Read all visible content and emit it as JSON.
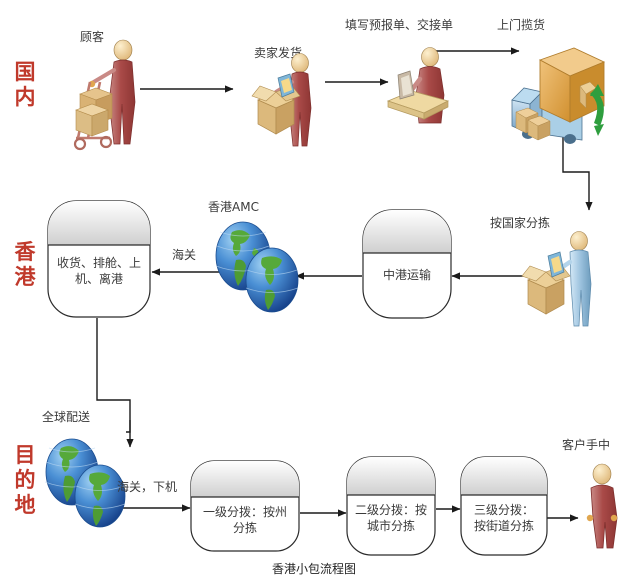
{
  "caption": "香港小包流程图",
  "zones": [
    {
      "id": "domestic",
      "label": "国\n内",
      "color": "#c0392b"
    },
    {
      "id": "hongkong",
      "label": "香\n港",
      "color": "#c0392b"
    },
    {
      "id": "destination",
      "label": "目\n的\n地",
      "color": "#c0392b"
    }
  ],
  "row1": {
    "icons": [
      {
        "name": "customer-cart-icon",
        "label": "顾客"
      },
      {
        "name": "seller-shipping-icon",
        "label": "卖家发货"
      },
      {
        "name": "desk-clerk-icon",
        "label": "填写预报单、交接单"
      },
      {
        "name": "pickup-truck-icon",
        "label": "上门揽货"
      }
    ]
  },
  "row2": {
    "process_hk": {
      "label": "收货、排舱、上\n机、离港"
    },
    "globe_amc": {
      "label": "香港AMC"
    },
    "process_transport": {
      "label": "中港运输"
    },
    "sorter": {
      "label": "按国家分拣"
    },
    "edge_customs": {
      "label": "海关"
    }
  },
  "row3": {
    "globe_dest": {
      "label": "全球配送"
    },
    "edge_customs_landing": {
      "label": "海关，下机"
    },
    "process_l1": {
      "label": "一级分拨：按州\n分拣"
    },
    "process_l2": {
      "label": "二级分拨：按\n城市分拣"
    },
    "process_l3": {
      "label": "三级分拨：\n按街道分拣"
    },
    "customer": {
      "label": "客户手中"
    }
  },
  "colors": {
    "zone_text": "#c0392b",
    "node_text": "#3b3b3b",
    "line": "#1b1b1b",
    "box_border": "#3a3a3a",
    "box_header_top": "#ffffff",
    "box_header_bottom": "#d2d2d2",
    "globe_ocean": "#2f6fc0",
    "globe_land": "#55a630",
    "truck_body": "#8fb8d8",
    "cargo": "#e3a03c",
    "carton": "#e8c98a",
    "person_red": "#b5504f",
    "person_blue": "#9fc2dd",
    "green_arrow": "#2e9e3e"
  }
}
